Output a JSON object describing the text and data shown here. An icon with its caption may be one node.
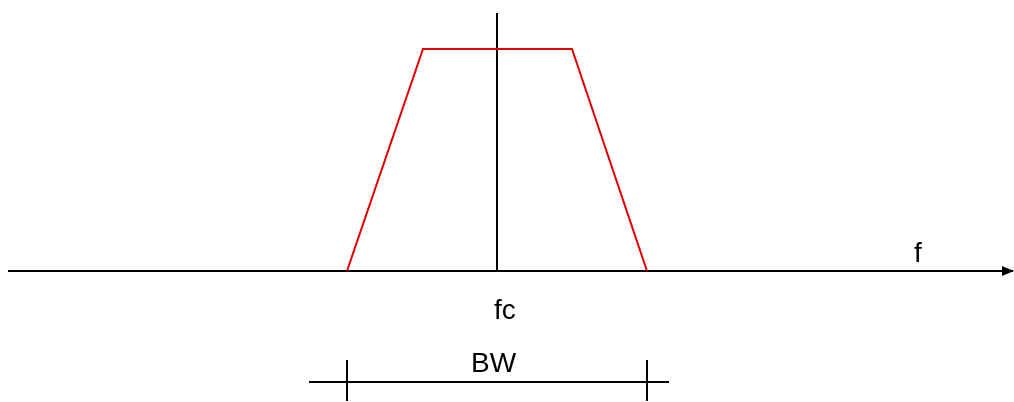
{
  "diagram": {
    "labels": [
      "f",
      "fc",
      "BW"
    ]
  }
}
